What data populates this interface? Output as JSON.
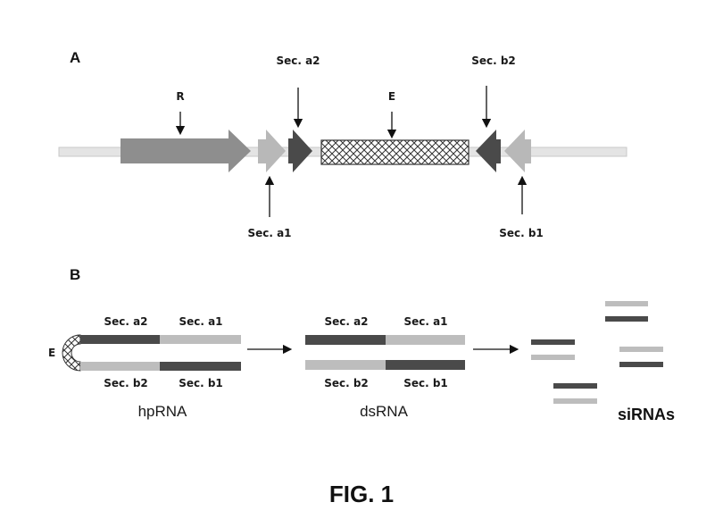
{
  "figure": {
    "title": "FIG. 1",
    "colors": {
      "backbone": "#e2e2e2",
      "promoter_R": "#8c8c8c",
      "sec_light": "#b8b8b8",
      "sec_dark": "#4a4a4a",
      "hatch": "#333333",
      "text": "#111111"
    }
  },
  "panel_a": {
    "label": "A",
    "elements": {
      "R": "R",
      "E": "E",
      "sec_a1": "Sec. a1",
      "sec_a2": "Sec. a2",
      "sec_b1": "Sec. b1",
      "sec_b2": "Sec. b2"
    }
  },
  "panel_b": {
    "label": "B",
    "hprna": {
      "name": "hpRNA",
      "loop_label": "E",
      "top_left": "Sec. a2",
      "top_right": "Sec. a1",
      "bottom_left": "Sec. b2",
      "bottom_right": "Sec. b1"
    },
    "dsrna": {
      "name": "dsRNA",
      "top_left": "Sec. a2",
      "top_right": "Sec. a1",
      "bottom_left": "Sec. b2",
      "bottom_right": "Sec. b1"
    },
    "sirnas": {
      "name": "siRNAs",
      "duplex_count": 4
    }
  }
}
